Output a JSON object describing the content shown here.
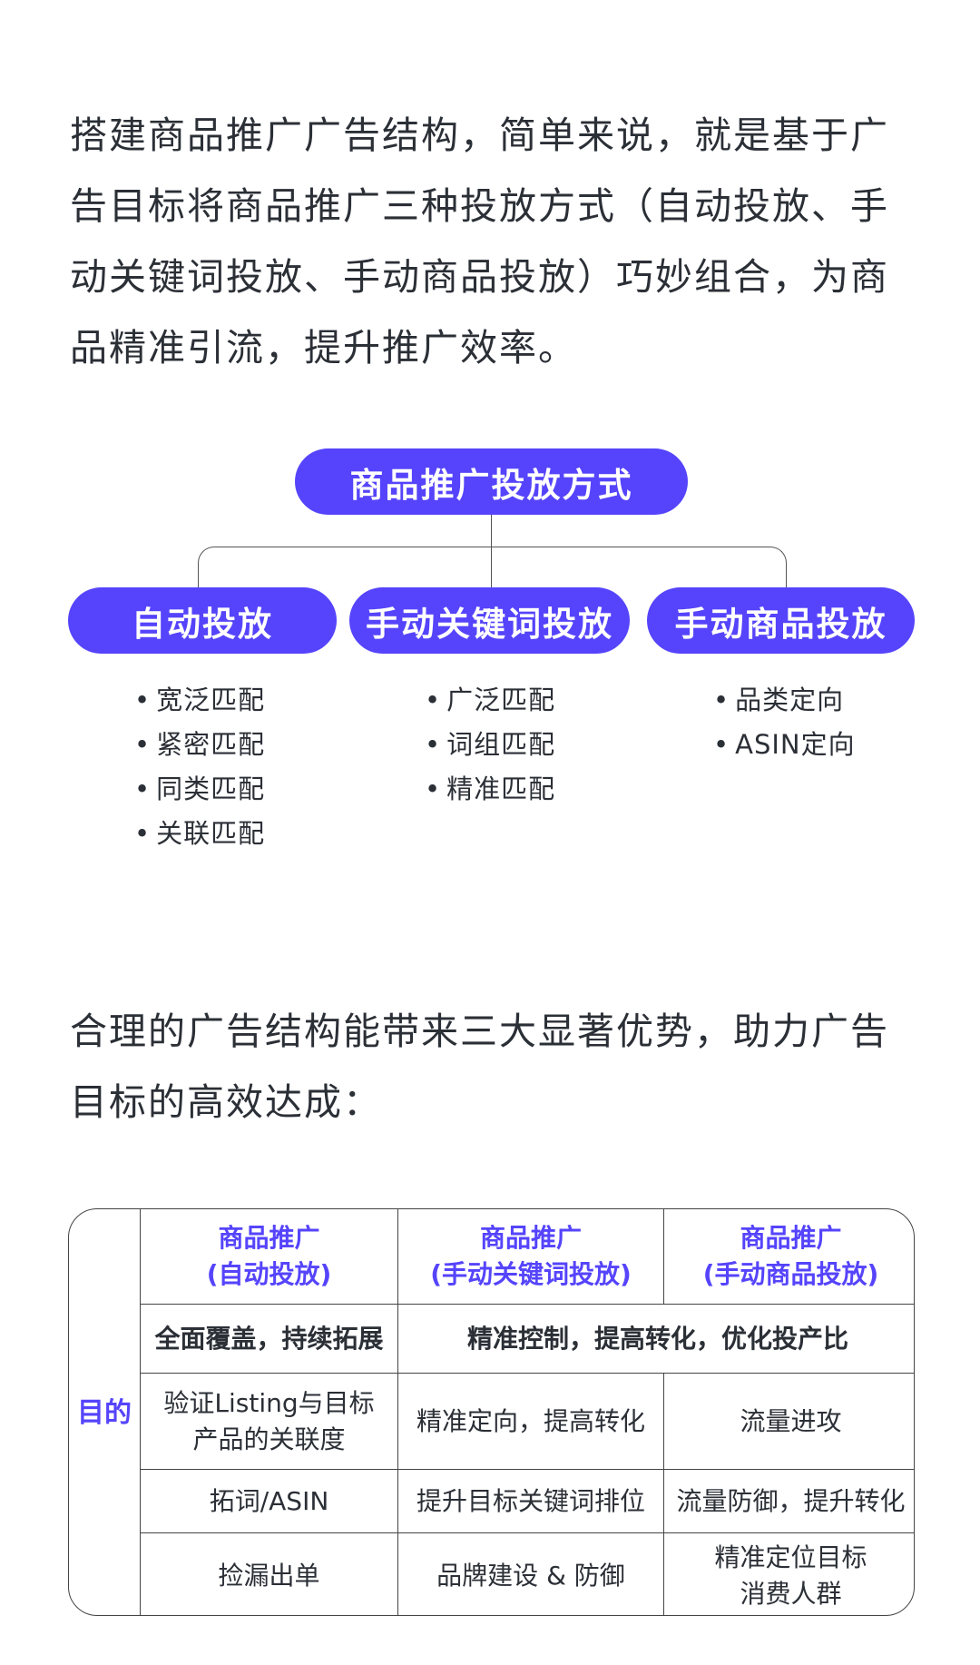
{
  "intro": "搭建商品推广广告结构，简单来说，就是基于广告目标将商品推广三种投放方式（自动投放、手动关键词投放、手动商品投放）巧妙组合，为商品精准引流，提升推广效率。",
  "diagram": {
    "root": "商品推广投放方式",
    "branches": [
      {
        "label": "自动投放",
        "items": [
          "宽泛匹配",
          "紧密匹配",
          "同类匹配",
          "关联匹配"
        ]
      },
      {
        "label": "手动关键词投放",
        "items": [
          "广泛匹配",
          "词组匹配",
          "精准匹配"
        ]
      },
      {
        "label": "手动商品投放",
        "items": [
          "品类定向",
          "ASIN定向"
        ]
      }
    ],
    "accent_color": "#5544fb"
  },
  "summary": "合理的广告结构能带来三大显著优势，助力广告目标的高效达成：",
  "table": {
    "row_header": "目的",
    "headers": [
      "商品推广\n(自动投放)",
      "商品推广\n(手动关键词投放)",
      "商品推广\n(手动商品投放)"
    ],
    "highlight_row": [
      "全面覆盖，持续拓展",
      "精准控制，提高转化，优化投产比"
    ],
    "rows": [
      [
        "验证Listing与目标\n产品的关联度",
        "精准定向，提高转化",
        "流量进攻"
      ],
      [
        "拓词/ASIN",
        "提升目标关键词排位",
        "流量防御，提升转化"
      ],
      [
        "捡漏出单",
        "品牌建设 & 防御",
        "精准定位目标\n消费人群"
      ]
    ]
  }
}
